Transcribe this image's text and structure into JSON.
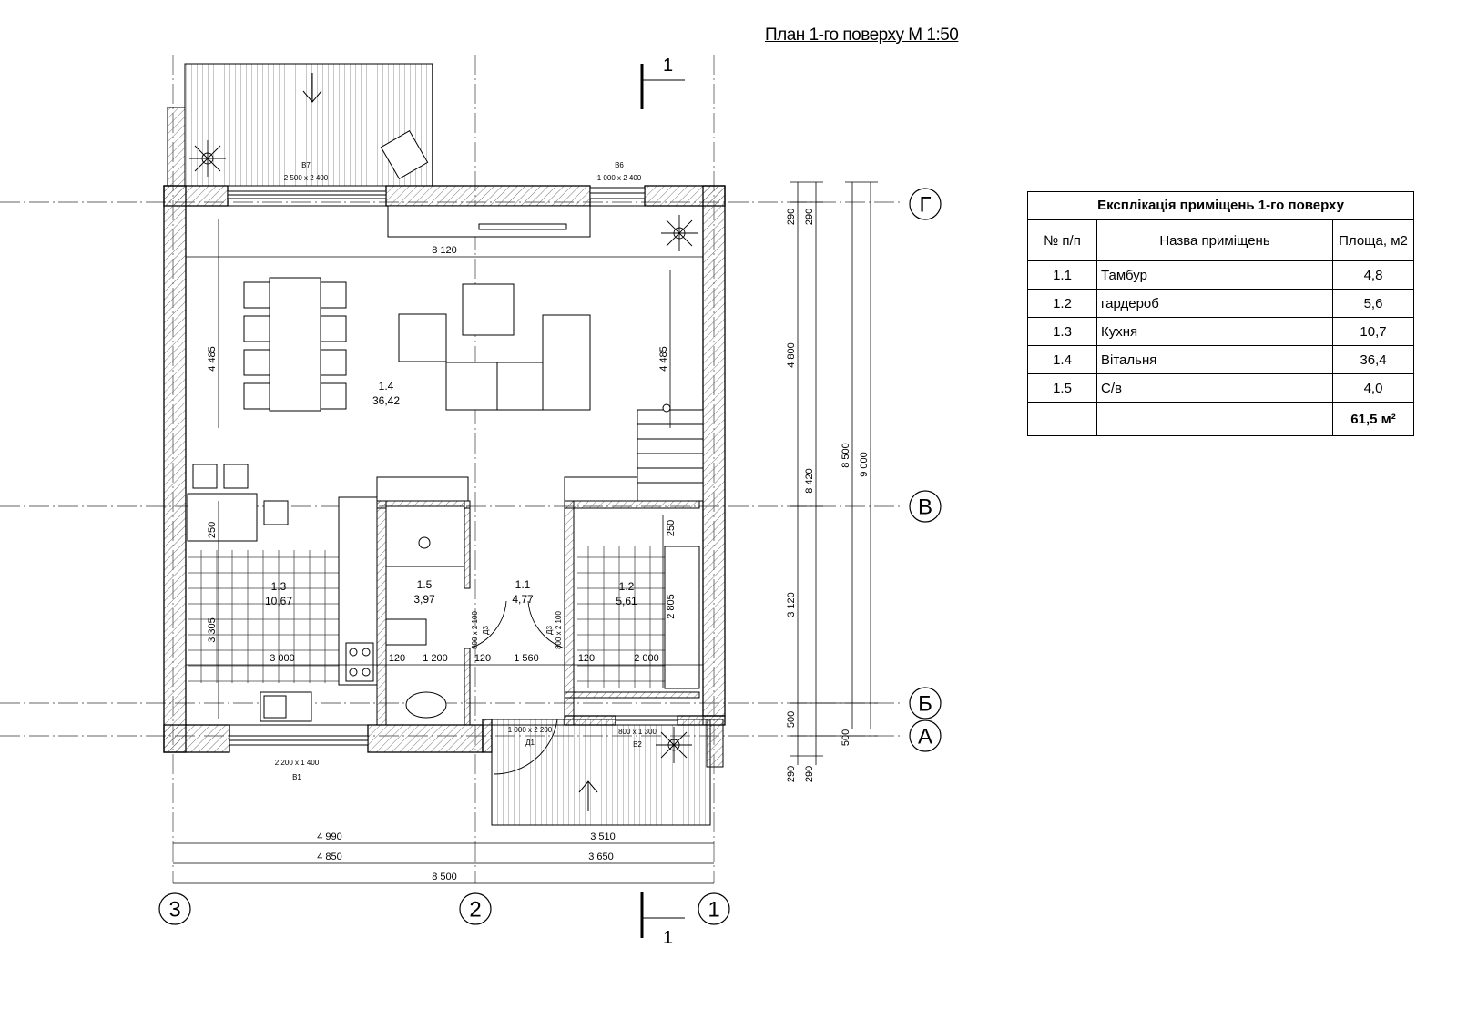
{
  "title": "План 1-го поверху М 1:50",
  "section_marks": {
    "top": "1",
    "bottom": "1"
  },
  "axes": {
    "G": "Г",
    "V": "В",
    "B": "Б",
    "A": "А",
    "n3": "3",
    "n2": "2",
    "n1": "1"
  },
  "rooms": [
    {
      "id": "1.4",
      "area": "36,42"
    },
    {
      "id": "1.3",
      "area": "10,67"
    },
    {
      "id": "1.5",
      "area": "3,97"
    },
    {
      "id": "1.1",
      "area": "4,77"
    },
    {
      "id": "1.2",
      "area": "5,61"
    }
  ],
  "openings": {
    "v7": {
      "mark": "В7",
      "size": "2 500 x 2 400"
    },
    "v6": {
      "mark": "В6",
      "size": "1 000 x 2 400"
    },
    "v1": {
      "mark": "В1",
      "size": "2 200 x 1 400"
    },
    "v2": {
      "mark": "В2",
      "size": "800 x 1 300"
    },
    "d1": {
      "mark": "Д1",
      "size": "1 000 x 2 200"
    },
    "d3a": {
      "mark": "Д3",
      "size": "800 x 2 100"
    },
    "d3b": {
      "mark": "Д3",
      "size": "800 x 2 100"
    }
  },
  "dims": {
    "width_inner": "8 120",
    "h_left": "4 485",
    "h_right": "4 485",
    "d250a": "250",
    "d250b": "250",
    "d3305": "3 305",
    "d2805": "2 805",
    "d3000": "3 000",
    "d120a": "120",
    "d1200": "1 200",
    "d120b": "120",
    "d1560": "1 560",
    "d120c": "120",
    "d2000": "2 000",
    "r290a": "290",
    "r290b": "290",
    "r4800": "4 800",
    "r8420": "8 420",
    "r8500": "8 500",
    "r9000": "9 000",
    "r3120": "3 120",
    "r500a": "500",
    "r500b": "500",
    "r290c": "290",
    "r290d": "290",
    "b4990": "4 990",
    "b3510": "3 510",
    "b4850": "4 850",
    "b3650": "3 650",
    "b8500": "8 500"
  },
  "explication": {
    "title": "Експлікація приміщень 1-го поверху",
    "headers": [
      "№ п/п",
      "Назва приміщень",
      "Площа, м2"
    ],
    "rows": [
      {
        "no": "1.1",
        "name": "Тамбур",
        "area": "4,8"
      },
      {
        "no": "1.2",
        "name": "гардероб",
        "area": "5,6"
      },
      {
        "no": "1.3",
        "name": "Кухня",
        "area": "10,7"
      },
      {
        "no": "1.4",
        "name": "Вітальня",
        "area": "36,4"
      },
      {
        "no": "1.5",
        "name": "С/в",
        "area": "4,0"
      }
    ],
    "total": "61,5 м²"
  }
}
